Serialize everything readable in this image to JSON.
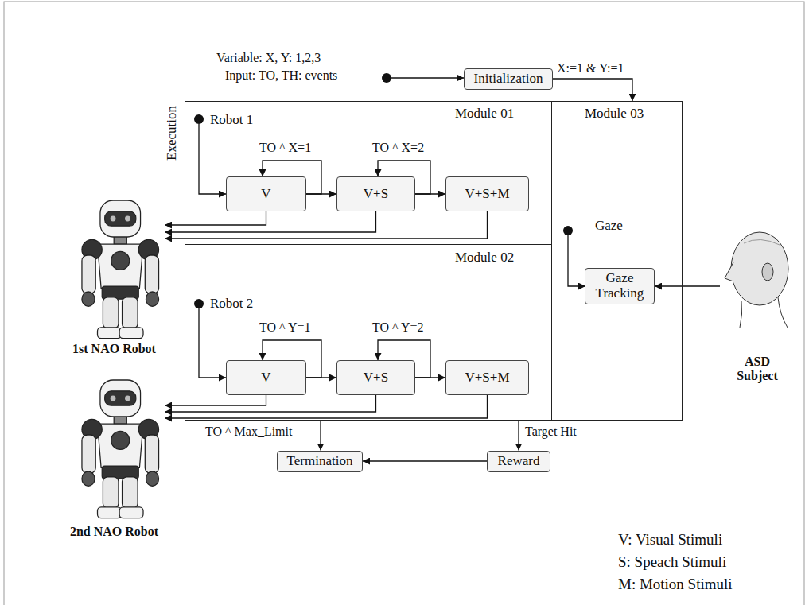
{
  "diagram": {
    "nodes": [
      {
        "text": [
          "Initialization"
        ]
      },
      {
        "text": [
          "Execution"
        ]
      },
      {
        "text": [
          "Module 01",
          "Robot 1"
        ],
        "in": 1
      },
      {
        "text": [
          "V"
        ],
        "in": 2
      },
      {
        "text": [
          "V+S"
        ],
        "in": 2
      },
      {
        "text": [
          "V+S+M"
        ],
        "in": 2
      },
      {
        "text": [
          "Module 02",
          "Robot 2"
        ],
        "in": 1
      },
      {
        "text": [
          "V"
        ],
        "in": 6
      },
      {
        "text": [
          "V+S"
        ],
        "in": 6
      },
      {
        "text": [
          "V+S+M"
        ],
        "in": 6
      },
      {
        "text": [
          "Module 03",
          "Gaze"
        ],
        "in": 1
      },
      {
        "text": [
          "Gaze Tracking"
        ],
        "in": 10
      },
      {
        "text": [
          "1st NAO Robot"
        ]
      },
      {
        "text": [
          "2nd NAO Robot"
        ]
      },
      {
        "text": [
          "ASD Subject"
        ]
      },
      {
        "text": [
          "Termination"
        ]
      },
      {
        "text": [
          "Reward"
        ]
      }
    ],
    "edges": [
      {
        "from": 0,
        "to": 1,
        "label": "X:=1 & Y:=1",
        "arrow": "to"
      },
      {
        "from": 3,
        "to": 3,
        "label": "TO ^ X=1",
        "arrow": "to"
      },
      {
        "from": 3,
        "to": 4,
        "arrow": "to"
      },
      {
        "from": 4,
        "to": 4,
        "label": "TO ^ X=2",
        "arrow": "to"
      },
      {
        "from": 4,
        "to": 5,
        "arrow": "to"
      },
      {
        "from": 3,
        "to": 12,
        "arrow": "to"
      },
      {
        "from": 4,
        "to": 12,
        "arrow": "to"
      },
      {
        "from": 5,
        "to": 12,
        "arrow": "to"
      },
      {
        "from": 7,
        "to": 7,
        "label": "TO ^ Y=1",
        "arrow": "to"
      },
      {
        "from": 7,
        "to": 8,
        "arrow": "to"
      },
      {
        "from": 8,
        "to": 8,
        "label": "TO ^ Y=2",
        "arrow": "to"
      },
      {
        "from": 8,
        "to": 9,
        "arrow": "to"
      },
      {
        "from": 7,
        "to": 13,
        "arrow": "to"
      },
      {
        "from": 8,
        "to": 13,
        "arrow": "to"
      },
      {
        "from": 9,
        "to": 13,
        "arrow": "to"
      },
      {
        "from": 14,
        "to": 11,
        "arrow": "to"
      },
      {
        "from": 1,
        "to": 15,
        "label": "TO ^ Max_Limit",
        "arrow": "to"
      },
      {
        "from": 1,
        "to": 16,
        "label": "Target Hit",
        "arrow": "to"
      },
      {
        "from": 16,
        "to": 15,
        "arrow": "to"
      }
    ],
    "labels": [
      "Variable: X, Y: 1,2,3",
      "Input: TO, TH: events",
      "V: Visual Stimuli",
      "S: Speach Stimuli",
      "M: Motion Stimuli"
    ]
  }
}
